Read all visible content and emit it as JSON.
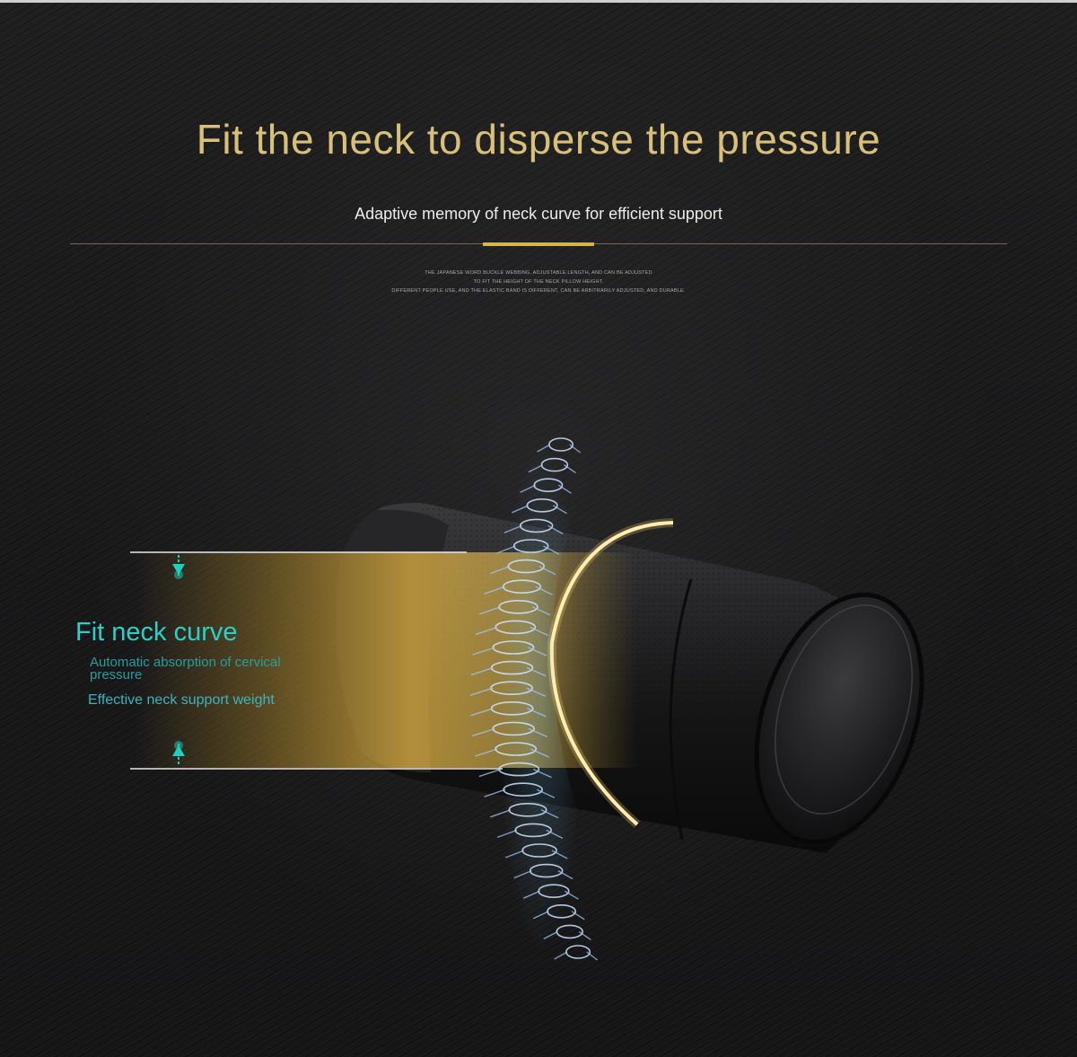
{
  "header": {
    "title": "Fit the neck to disperse the pressure",
    "subtitle": "Adaptive memory of neck curve for efficient support",
    "fine_print": [
      "THE JAPANESE WORD BUCKLE WEBBING, ADJUSTABLE LENGTH, AND CAN BE ADJUSTED",
      "TO FIT THE HEIGHT OF THE NECK PILLOW HEIGHT.",
      "DIFFERENT PEOPLE USE, AND THE ELASTIC BAND IS DIFFERENT, CAN BE ARBITRARILY ADJUSTED, AND DURABLE."
    ]
  },
  "callout": {
    "heading": "Fit neck curve",
    "line1": "Automatic absorption of cervical pressure",
    "line2": "Effective neck support weight"
  },
  "colors": {
    "title_gold": "#d9c07a",
    "accent_gold": "#d8b443",
    "teal": "#2cd0c8",
    "background": "#1b1b1b"
  },
  "icons": [
    "arrow-down-icon",
    "arrow-up-icon"
  ]
}
